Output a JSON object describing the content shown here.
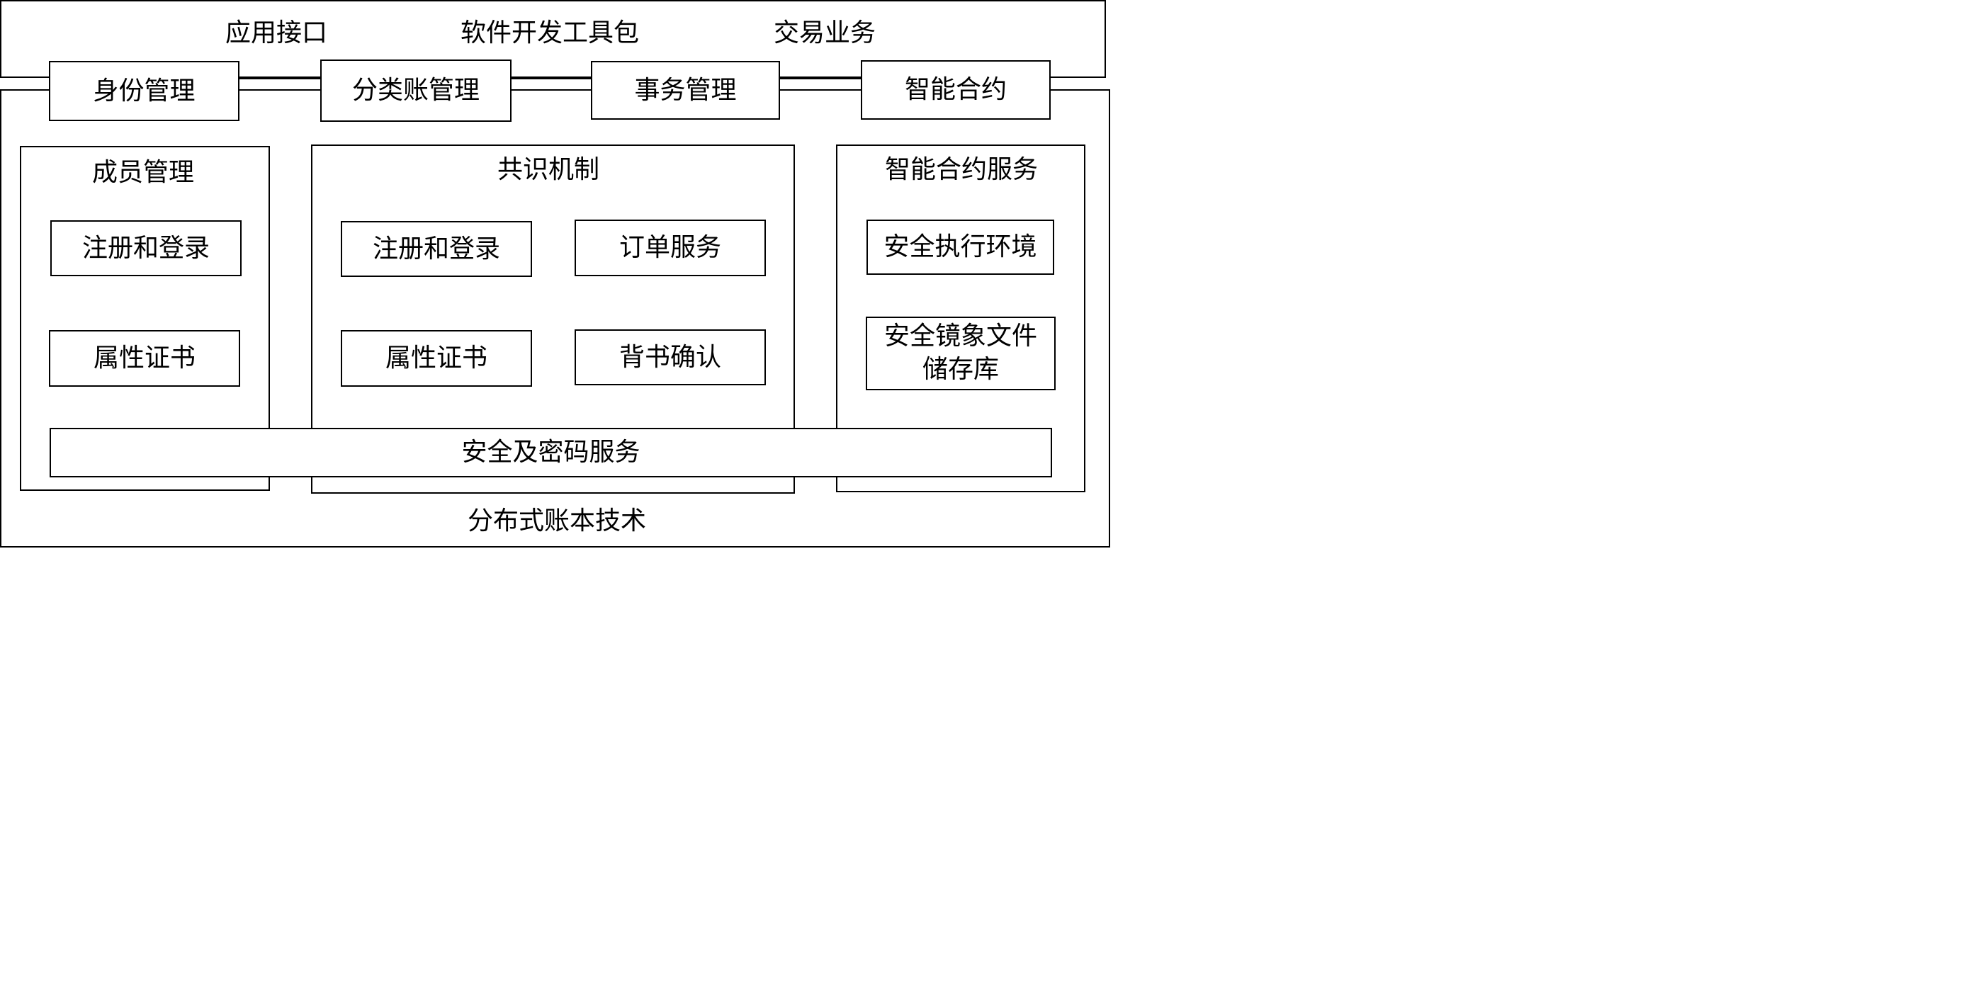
{
  "app_layer": {
    "items": [
      "应用接口",
      "软件开发工具包",
      "交易业务"
    ]
  },
  "interface_row": {
    "items": [
      "身份管理",
      "分类账管理",
      "事务管理",
      "智能合约"
    ]
  },
  "member_mgmt": {
    "title": "成员管理",
    "items": [
      "注册和登录",
      "属性证书"
    ]
  },
  "consensus": {
    "title": "共识机制",
    "items": [
      "注册和登录",
      "订单服务",
      "属性证书",
      "背书确认"
    ]
  },
  "smart_contract_service": {
    "title": "智能合约服务",
    "items": [
      "安全执行环境",
      "安全镜象文件\n储存库"
    ]
  },
  "security_service": "安全及密码服务",
  "foundation": "分布式账本技术"
}
